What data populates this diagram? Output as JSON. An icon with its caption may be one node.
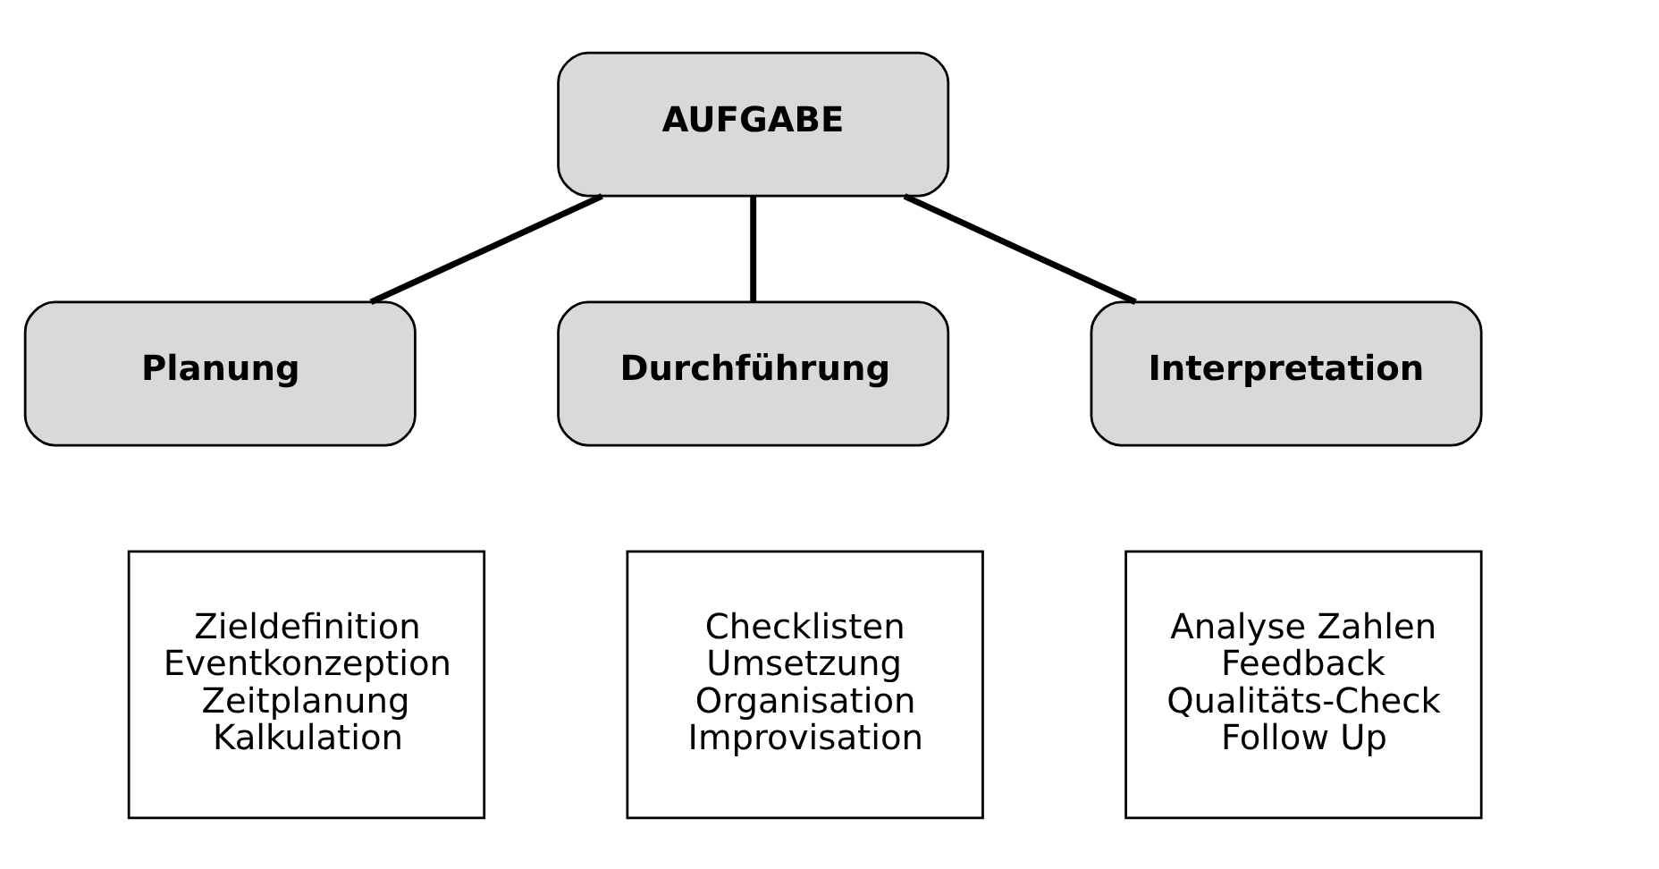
{
  "diagram": {
    "nodes": [
      {
        "text": [
          "AUFGABE"
        ]
      },
      {
        "text": [
          "Planung"
        ]
      },
      {
        "text": [
          "Durchführung"
        ]
      },
      {
        "text": [
          "Interpretation"
        ]
      },
      {
        "text": [
          "Zieldefinition",
          "Eventkonzeption",
          "Zeitplanung",
          "Kalkulation"
        ]
      },
      {
        "text": [
          "Checklisten",
          "Umsetzung",
          "Organisation",
          "Improvisation"
        ]
      },
      {
        "text": [
          "Analyse Zahlen",
          "Feedback",
          "Qualitäts-Check",
          "Follow Up"
        ]
      }
    ],
    "edges": [
      {
        "from": 0,
        "to": 1,
        "arrow": "none"
      },
      {
        "from": 0,
        "to": 2,
        "arrow": "none"
      },
      {
        "from": 0,
        "to": 3,
        "arrow": "none"
      }
    ]
  }
}
